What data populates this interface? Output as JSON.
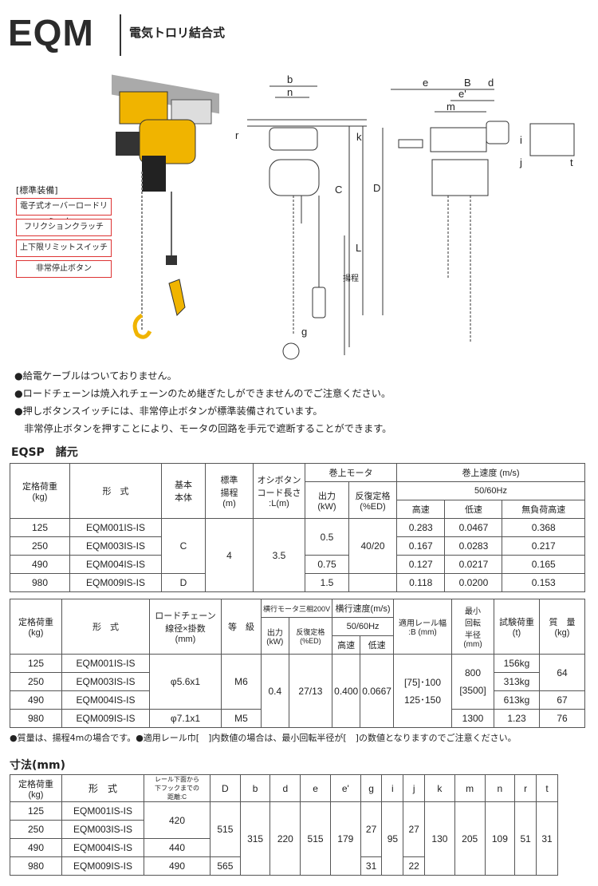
{
  "header": {
    "model": "EQM",
    "subtitle": "電気トロリ結合式"
  },
  "standard_equipment": {
    "title": "[標準装備]",
    "items": [
      "電子式オーバーロードリミッター",
      "フリクションクラッチ",
      "上下限リミットスイッチ",
      "非常停止ボタン"
    ]
  },
  "diagram_labels": {
    "b": "b",
    "n": "n",
    "r": "r",
    "k": "k",
    "C": "C",
    "L": "L",
    "lift": "揚程",
    "g": "g",
    "e": "e",
    "e2": "e'",
    "B": "B",
    "d": "d",
    "m": "m",
    "D": "D",
    "i": "i",
    "j": "j",
    "t": "t"
  },
  "notes": [
    "●給電ケーブルはついておりません。",
    "●ロードチェーンは焼入れチェーンのため継ぎたしができませんのでご注意ください。",
    "●押しボタンスイッチには、非常停止ボタンが標準装備されています。",
    "　非常停止ボタンを押すことにより、モータの回路を手元で遮断することができます。"
  ],
  "spec1": {
    "title": "EQSP　諸元",
    "headers": {
      "load": "定格荷重\n(kg)",
      "model": "形　式",
      "body": "基本\n本体",
      "lift": "標準\n揚程\n(m)",
      "cord": "オシボタン\nコード長さ\n:L(m)",
      "motor": "巻上モータ",
      "output": "出力\n(kW)",
      "ed": "反復定格\n(%ED)",
      "speed": "巻上速度 (m/s)",
      "hz": "50/60Hz",
      "high": "高速",
      "low": "低速",
      "noload": "無負荷高速"
    },
    "rows": [
      {
        "load": "125",
        "model": "EQM001IS-IS",
        "high": "0.283",
        "low": "0.0467",
        "noload": "0.368"
      },
      {
        "load": "250",
        "model": "EQM003IS-IS",
        "high": "0.167",
        "low": "0.0283",
        "noload": "0.217"
      },
      {
        "load": "490",
        "model": "EQM004IS-IS",
        "high": "0.127",
        "low": "0.0217",
        "noload": "0.165"
      },
      {
        "load": "980",
        "model": "EQM009IS-IS",
        "high": "0.118",
        "low": "0.0200",
        "noload": "0.153"
      }
    ],
    "merged": {
      "body_c": "C",
      "body_d": "D",
      "lift": "4",
      "cord": "3.5",
      "out1": "0.5",
      "out2": "0.75",
      "out3": "1.5",
      "ed": "40/20"
    }
  },
  "spec2": {
    "headers": {
      "load": "定格荷重\n(kg)",
      "model": "形　式",
      "chain": "ロードチェーン\n線径×掛数\n(mm)",
      "grade": "等　級",
      "tmotor": "横行モータ三相200V",
      "output": "出力\n(kW)",
      "ed": "反復定格\n(%ED)",
      "tspeed": "横行速度(m/s)",
      "hz": "50/60Hz",
      "high": "高速",
      "low": "低速",
      "rail": "適用レール幅\n:B (mm)",
      "radius": "最小\n回転\n半径\n(mm)",
      "test": "試験荷重\n(t)",
      "mass": "質　量\n(kg)"
    },
    "rows": [
      {
        "load": "125",
        "model": "EQM001IS-IS",
        "test": "156kg"
      },
      {
        "load": "250",
        "model": "EQM003IS-IS",
        "test": "313kg"
      },
      {
        "load": "490",
        "model": "EQM004IS-IS",
        "test": "613kg",
        "mass": "67"
      },
      {
        "load": "980",
        "model": "EQM009IS-IS",
        "test": "1.23",
        "mass": "76"
      }
    ],
    "merged": {
      "chain1": "φ5.6x1",
      "chain2": "φ7.1x1",
      "grade1": "M6",
      "grade2": "M5",
      "out": "0.4",
      "ed": "27/13",
      "high": "0.400",
      "low": "0.0667",
      "rail1": "[75]･100",
      "rail2": "125･150",
      "rad1": "800",
      "rad2": "[3500]",
      "rad3": "1300",
      "mass12": "64"
    }
  },
  "footnote": "●質量は、揚程4mの場合です。●適用レール巾[　]内数値の場合は、最小回転半径が[　]の数値となりますのでご注意ください。",
  "dims": {
    "title": "寸法(mm)",
    "headers": {
      "load": "定格荷重\n(kg)",
      "model": "形　式",
      "c": "レール下面から\n下フックまでの\n距離:C",
      "D": "D",
      "b": "b",
      "d": "d",
      "e": "e",
      "e2": "e'",
      "g": "g",
      "i": "i",
      "j": "j",
      "k": "k",
      "m": "m",
      "n": "n",
      "r": "r",
      "t": "t"
    },
    "rows": [
      {
        "load": "125",
        "model": "EQM001IS-IS"
      },
      {
        "load": "250",
        "model": "EQM003IS-IS"
      },
      {
        "load": "490",
        "model": "EQM004IS-IS"
      },
      {
        "load": "980",
        "model": "EQM009IS-IS"
      }
    ],
    "merged": {
      "c1": "420",
      "c2": "440",
      "c3": "490",
      "D1": "515",
      "D2": "565",
      "b": "315",
      "d": "220",
      "e": "515",
      "e2": "179",
      "g1": "27",
      "g2": "31",
      "i": "95",
      "j1": "27",
      "j2": "22",
      "k": "130",
      "m": "205",
      "n": "109",
      "r": "51",
      "t": "31"
    }
  }
}
